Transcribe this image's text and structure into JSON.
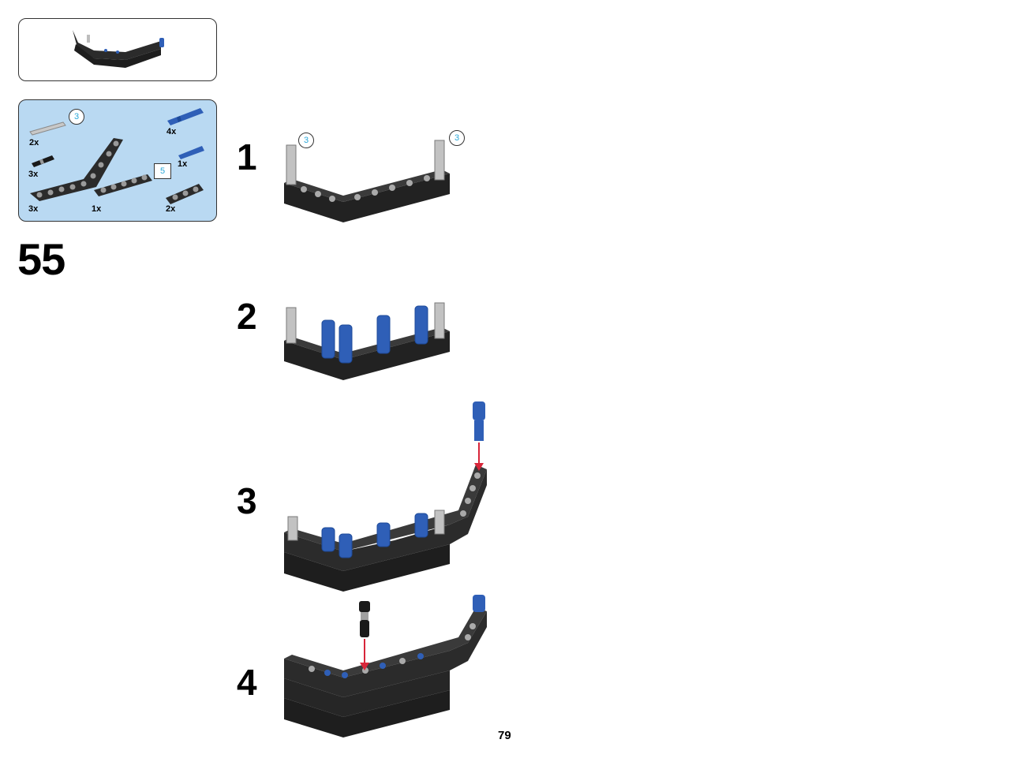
{
  "page": {
    "step_number": "55",
    "page_number": "79"
  },
  "parts_list": {
    "items": [
      {
        "name": "grey-axle",
        "qty": "2x",
        "callout": "3"
      },
      {
        "name": "black-pin",
        "qty": "3x"
      },
      {
        "name": "bent-liftarm",
        "qty": "3x"
      },
      {
        "name": "straight-liftarm-5",
        "qty": "1x",
        "callout": "5"
      },
      {
        "name": "blue-long-pin",
        "qty": "4x"
      },
      {
        "name": "blue-axle-pin",
        "qty": "1x"
      },
      {
        "name": "short-liftarm",
        "qty": "2x"
      }
    ]
  },
  "sub_steps": [
    {
      "number": "1",
      "callouts": [
        "3",
        "3"
      ]
    },
    {
      "number": "2"
    },
    {
      "number": "3"
    },
    {
      "number": "4"
    }
  ],
  "colors": {
    "panel_background": "#b9d9f2",
    "beam": "#2b2b2b",
    "axle": "#bdbdbd",
    "pin_blue": "#2f5fb7",
    "arrow": "#d8263a",
    "callout_text": "#2aa8d9"
  }
}
